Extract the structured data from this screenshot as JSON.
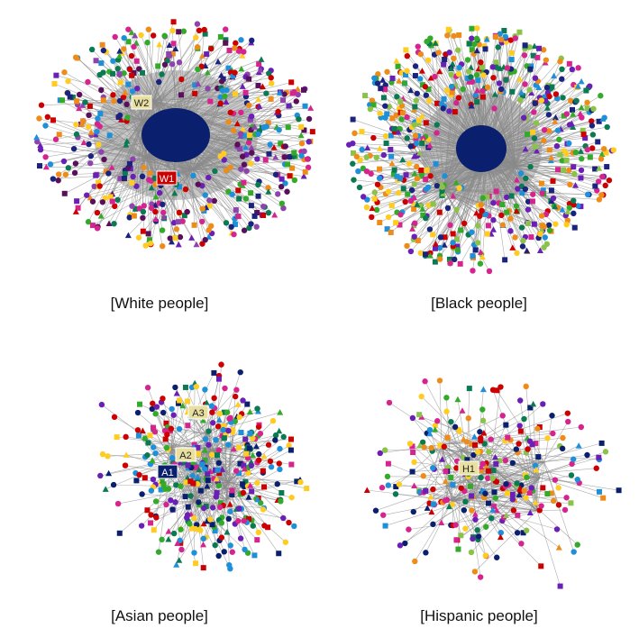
{
  "panels": [
    {
      "caption": "[White people]",
      "labels": [
        "W1",
        "W2"
      ],
      "colors": [
        "#cc0000",
        "#ee8c1a",
        "#1e8fd9",
        "#33aa2a",
        "#ffcc22",
        "#6a1fb5",
        "#0b7a52",
        "#d6248f",
        "#5a0f5a",
        "#1a237e",
        "#8e44ad"
      ],
      "hub_color": "#0a1f6e"
    },
    {
      "caption": "[Black people]",
      "labels": [],
      "colors": [
        "#cc0000",
        "#ee8c1a",
        "#1e8fd9",
        "#33aa2a",
        "#ffcc22",
        "#6a1fb5",
        "#0b7a52",
        "#d6248f",
        "#1a237e",
        "#8bc34a"
      ],
      "hub_color": "#0a1f6e"
    },
    {
      "caption": "[Asian people]",
      "labels": [
        "A1",
        "A2",
        "A3"
      ],
      "colors": [
        "#0a1f6e",
        "#1e8fd9",
        "#33aa2a",
        "#0b7a52",
        "#cc0000",
        "#ffcc22",
        "#d6248f",
        "#6a1fb5"
      ],
      "hub_color": "#0a1f6e"
    },
    {
      "caption": "[Hispanic people]",
      "labels": [
        "H1"
      ],
      "colors": [
        "#d6248f",
        "#1e8fd9",
        "#33aa2a",
        "#0b7a52",
        "#cc0000",
        "#ffcc22",
        "#6a1fb5",
        "#0a1f6e",
        "#8bc34a",
        "#ee8c1a"
      ],
      "hub_color": "#0a1f6e"
    }
  ]
}
